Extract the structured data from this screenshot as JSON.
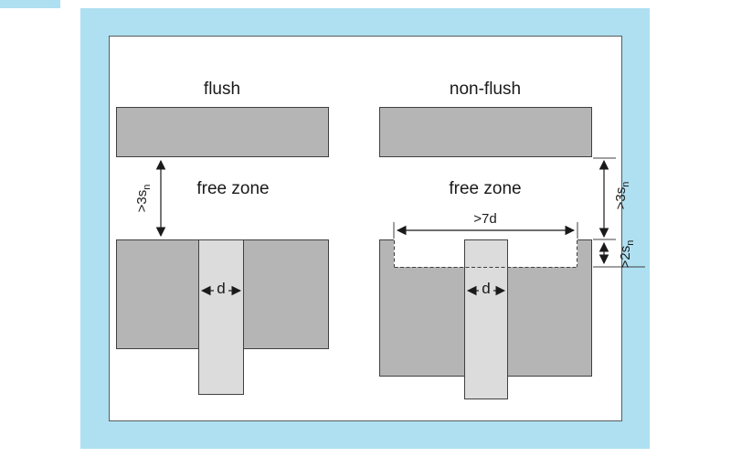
{
  "left": {
    "title": "flush",
    "free_zone_label": "free zone",
    "gap_dim": {
      "text": ">3s",
      "sub": "n"
    },
    "diameter_dim": "d"
  },
  "right": {
    "title": "non-flush",
    "free_zone_label": "free zone",
    "gap_dim": {
      "text": ">3s",
      "sub": "n"
    },
    "recess_depth_dim": {
      "text": ">2s",
      "sub": "n"
    },
    "recess_width_dim": ">7d",
    "diameter_dim": "d"
  },
  "colors": {
    "frame": "#aee0f2",
    "block": "#b5b5b5",
    "sensor": "#dcdcdc",
    "line": "#404040",
    "background": "#ffffff"
  }
}
